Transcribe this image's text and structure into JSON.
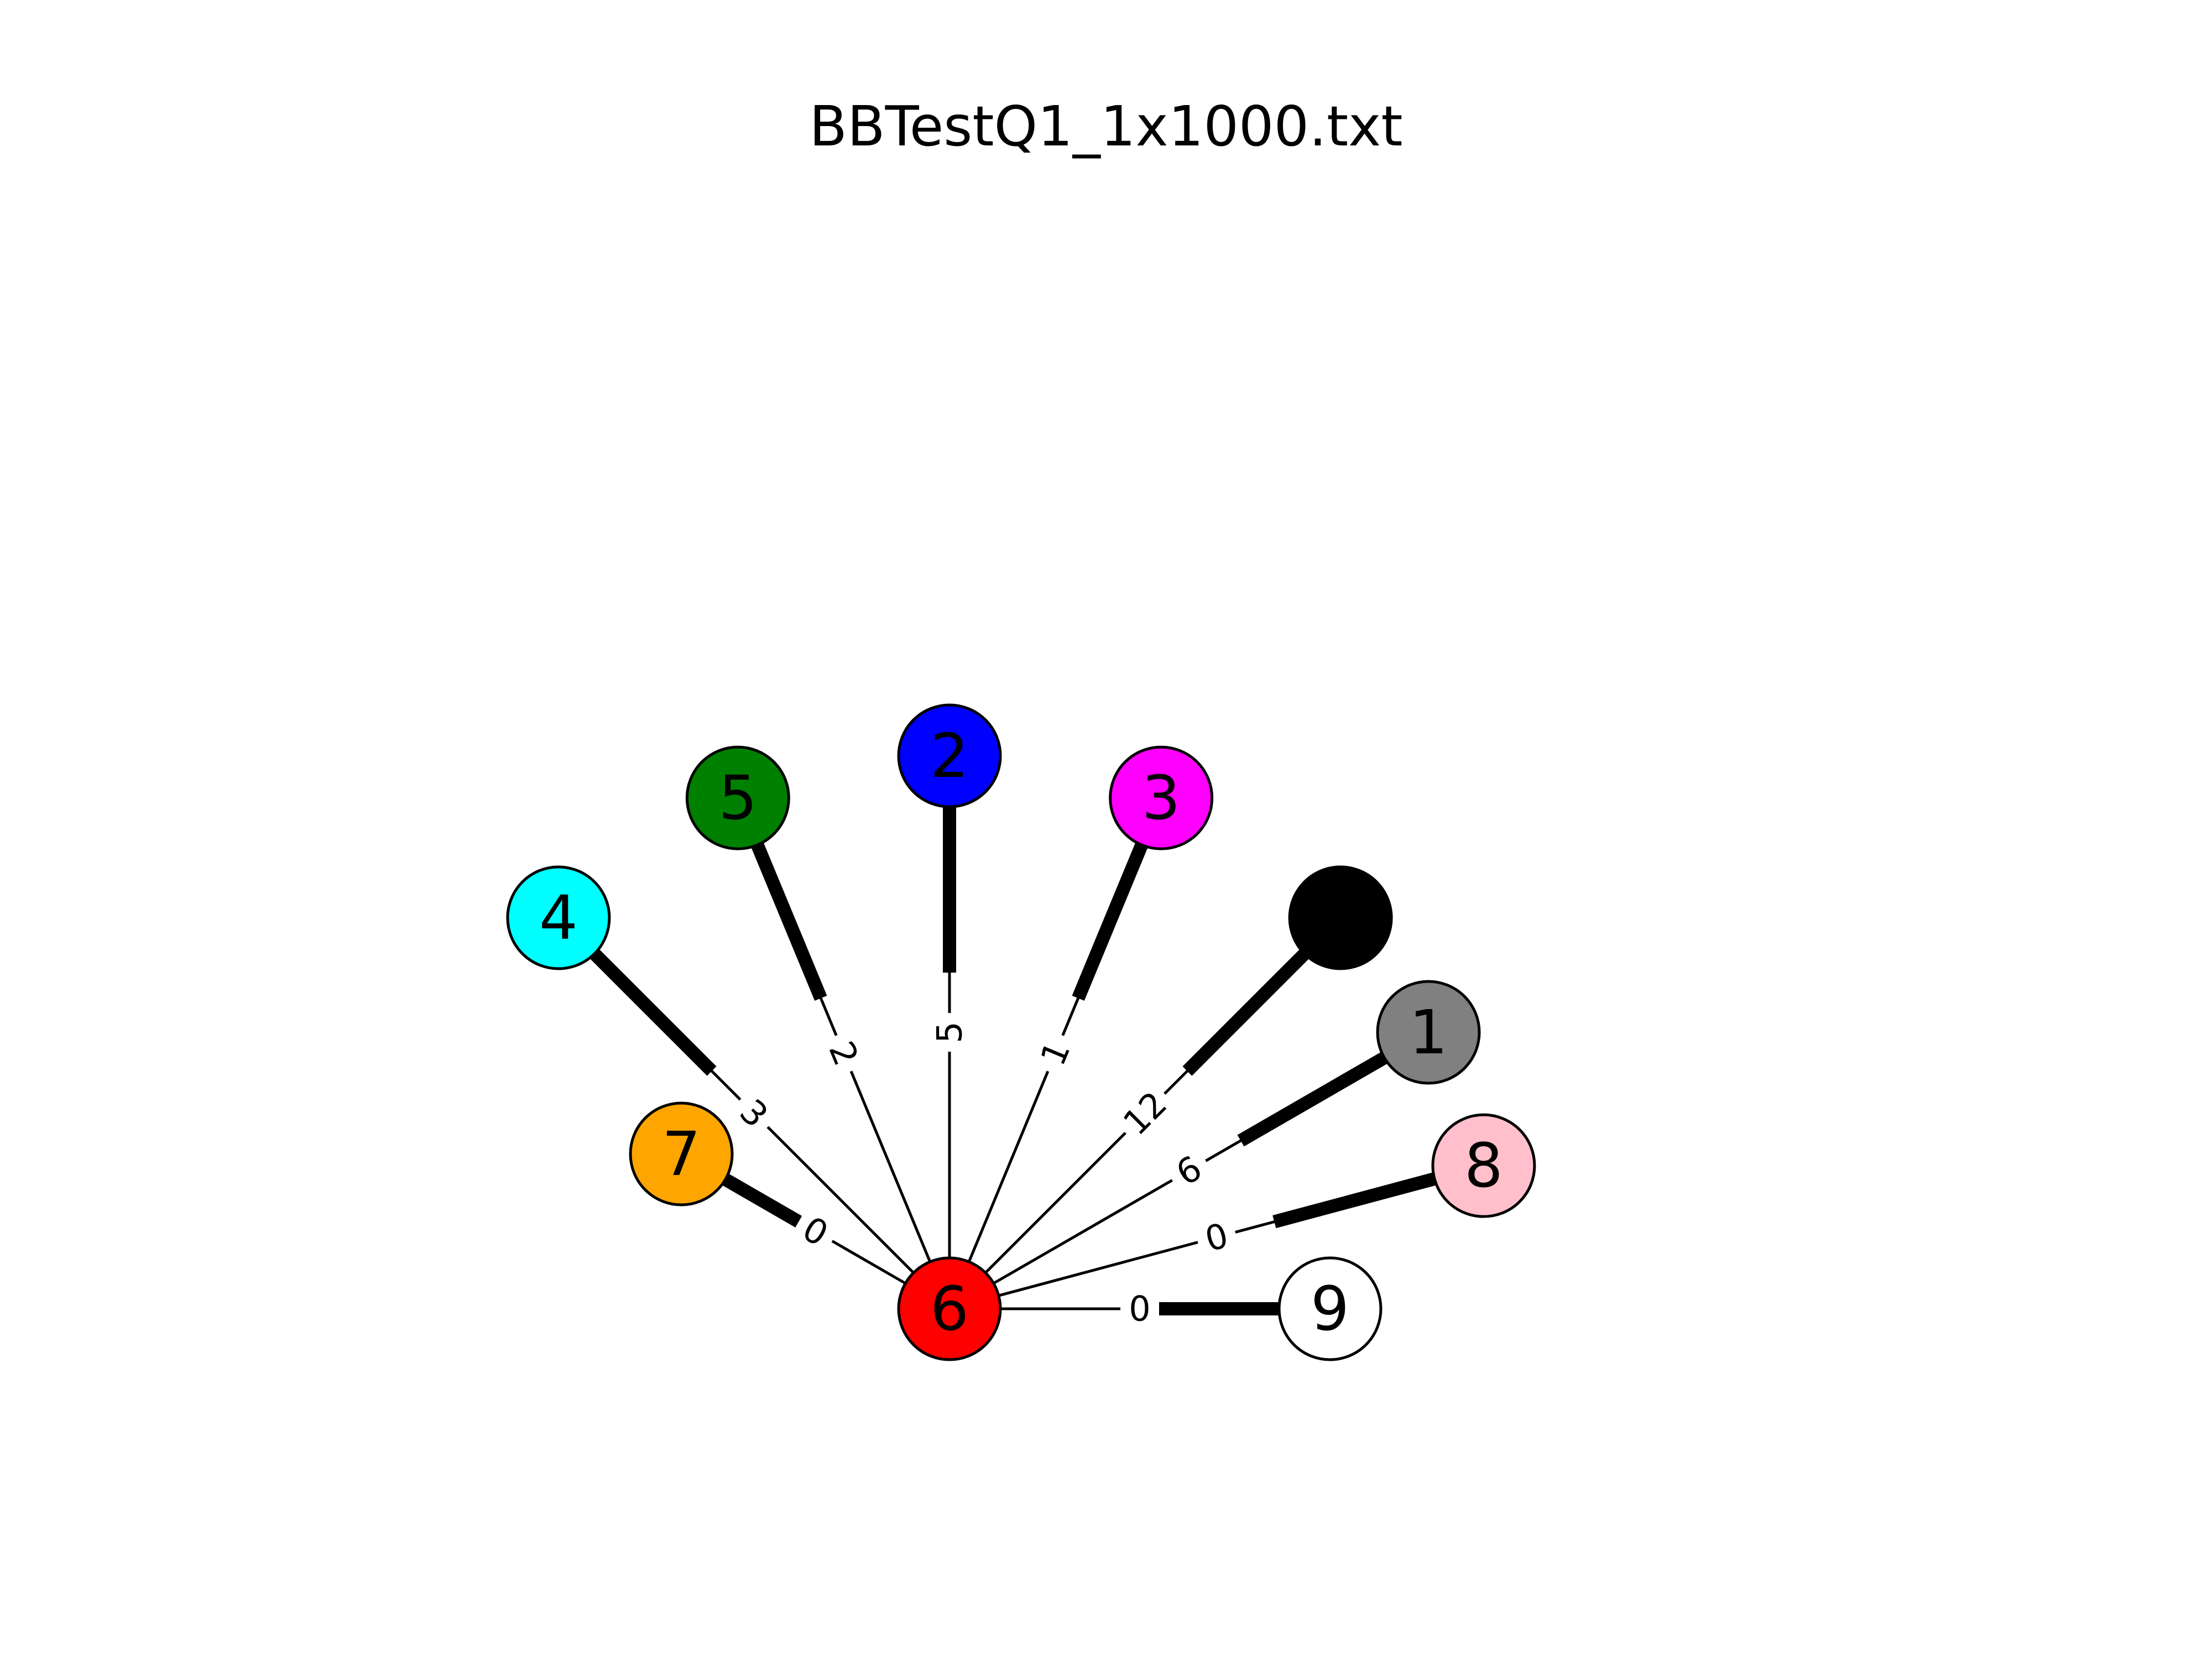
{
  "title": "BBTestQ1_1x1000.txt",
  "center_node": "6",
  "nodes": [
    {
      "id": "6",
      "label": "6",
      "color": "#ff0000"
    },
    {
      "id": "9",
      "label": "9",
      "color": "#ffffff"
    },
    {
      "id": "8",
      "label": "8",
      "color": "#ffc0cb"
    },
    {
      "id": "1",
      "label": "1",
      "color": "#808080"
    },
    {
      "id": "0",
      "label": "",
      "color": "#000000"
    },
    {
      "id": "3",
      "label": "3",
      "color": "#ff00ff"
    },
    {
      "id": "2",
      "label": "2",
      "color": "#0000ff"
    },
    {
      "id": "5",
      "label": "5",
      "color": "#008000"
    },
    {
      "id": "4",
      "label": "4",
      "color": "#00ffff"
    },
    {
      "id": "7",
      "label": "7",
      "color": "#ffa500"
    }
  ],
  "edges": [
    {
      "from": "6",
      "to": "9",
      "label": "0"
    },
    {
      "from": "6",
      "to": "8",
      "label": "0"
    },
    {
      "from": "6",
      "to": "1",
      "label": "6"
    },
    {
      "from": "6",
      "to": "0",
      "label": "12"
    },
    {
      "from": "6",
      "to": "3",
      "label": "1"
    },
    {
      "from": "6",
      "to": "2",
      "label": "5"
    },
    {
      "from": "6",
      "to": "5",
      "label": "2"
    },
    {
      "from": "6",
      "to": "4",
      "label": "3"
    },
    {
      "from": "6",
      "to": "7",
      "label": "0"
    }
  ]
}
